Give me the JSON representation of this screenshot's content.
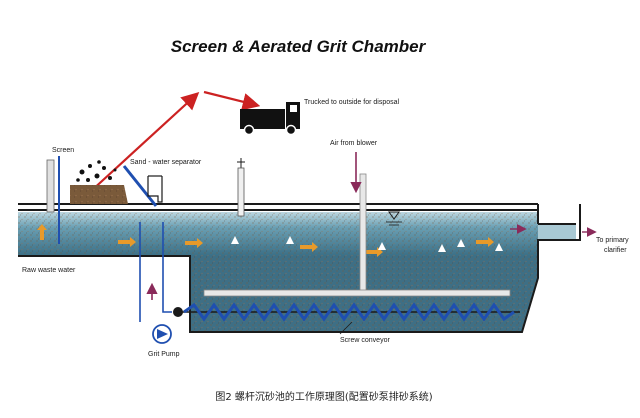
{
  "diagram": {
    "title": "Screen & Aerated Grit Chamber",
    "caption": "图2  螺杆沉砂池的工作原理图(配置砂泵排砂系统)",
    "labels": {
      "trucked": "Trucked to outside for disposal",
      "screen": "Screen",
      "separator": "Sand - water separator",
      "air": "Air from blower",
      "raw": "Raw waste water",
      "clarifier_1": "To primary",
      "clarifier_2": "clarifier",
      "pump": "Grit Pump",
      "conveyor": "Screw conveyor"
    },
    "colors": {
      "water": "#4f8fa6",
      "grit": "#8a6a4a",
      "flow_arrow": "#e89a2a",
      "red_arrow": "#cc2222",
      "purple_arrow": "#8a2a5a",
      "pipe": "#1f4fb0",
      "screw": "#1f4fb0"
    },
    "icons": [
      "truck-icon",
      "grit-pump-icon",
      "water-level-icon",
      "flow-arrow-icon"
    ]
  }
}
